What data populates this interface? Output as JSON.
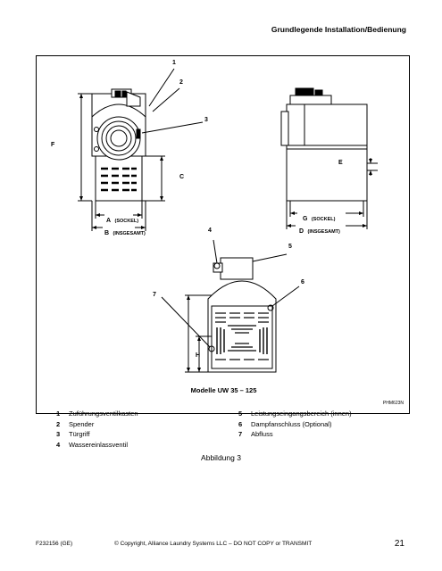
{
  "header": {
    "title": "Grundlegende Installation/Bedienung"
  },
  "figure": {
    "callouts": [
      "1",
      "2",
      "3",
      "4",
      "5",
      "6",
      "7"
    ],
    "dimensions": {
      "F": "F",
      "C": "C",
      "E": "E",
      "H": "H",
      "A": "A",
      "A_sub": "(SOCKEL)",
      "B": "B",
      "B_sub": "(INSGESAMT)",
      "G": "G",
      "G_sub": "(SOCKEL)",
      "D": "D",
      "D_sub": "(INSGESAMT)"
    },
    "caption": "Modelle UW 35 – 125",
    "code": "PHM623N"
  },
  "legend": {
    "left": [
      {
        "num": "1",
        "text": "Zuführungsventilkasten"
      },
      {
        "num": "2",
        "text": "Spender"
      },
      {
        "num": "3",
        "text": "Türgriff"
      },
      {
        "num": "4",
        "text": "Wassereinlassventil"
      }
    ],
    "right": [
      {
        "num": "5",
        "text": "Leistungseingangsbereich (innen)"
      },
      {
        "num": "6",
        "text": "Dampfanschluss (Optional)"
      },
      {
        "num": "7",
        "text": "Abfluss"
      }
    ]
  },
  "figure_label": "Abbildung 3",
  "footer": {
    "doc_id": "F232156 (GE)",
    "copyright": "© Copyright, Alliance Laundry Systems LLC – DO NOT COPY or TRANSMIT",
    "page": "21"
  }
}
